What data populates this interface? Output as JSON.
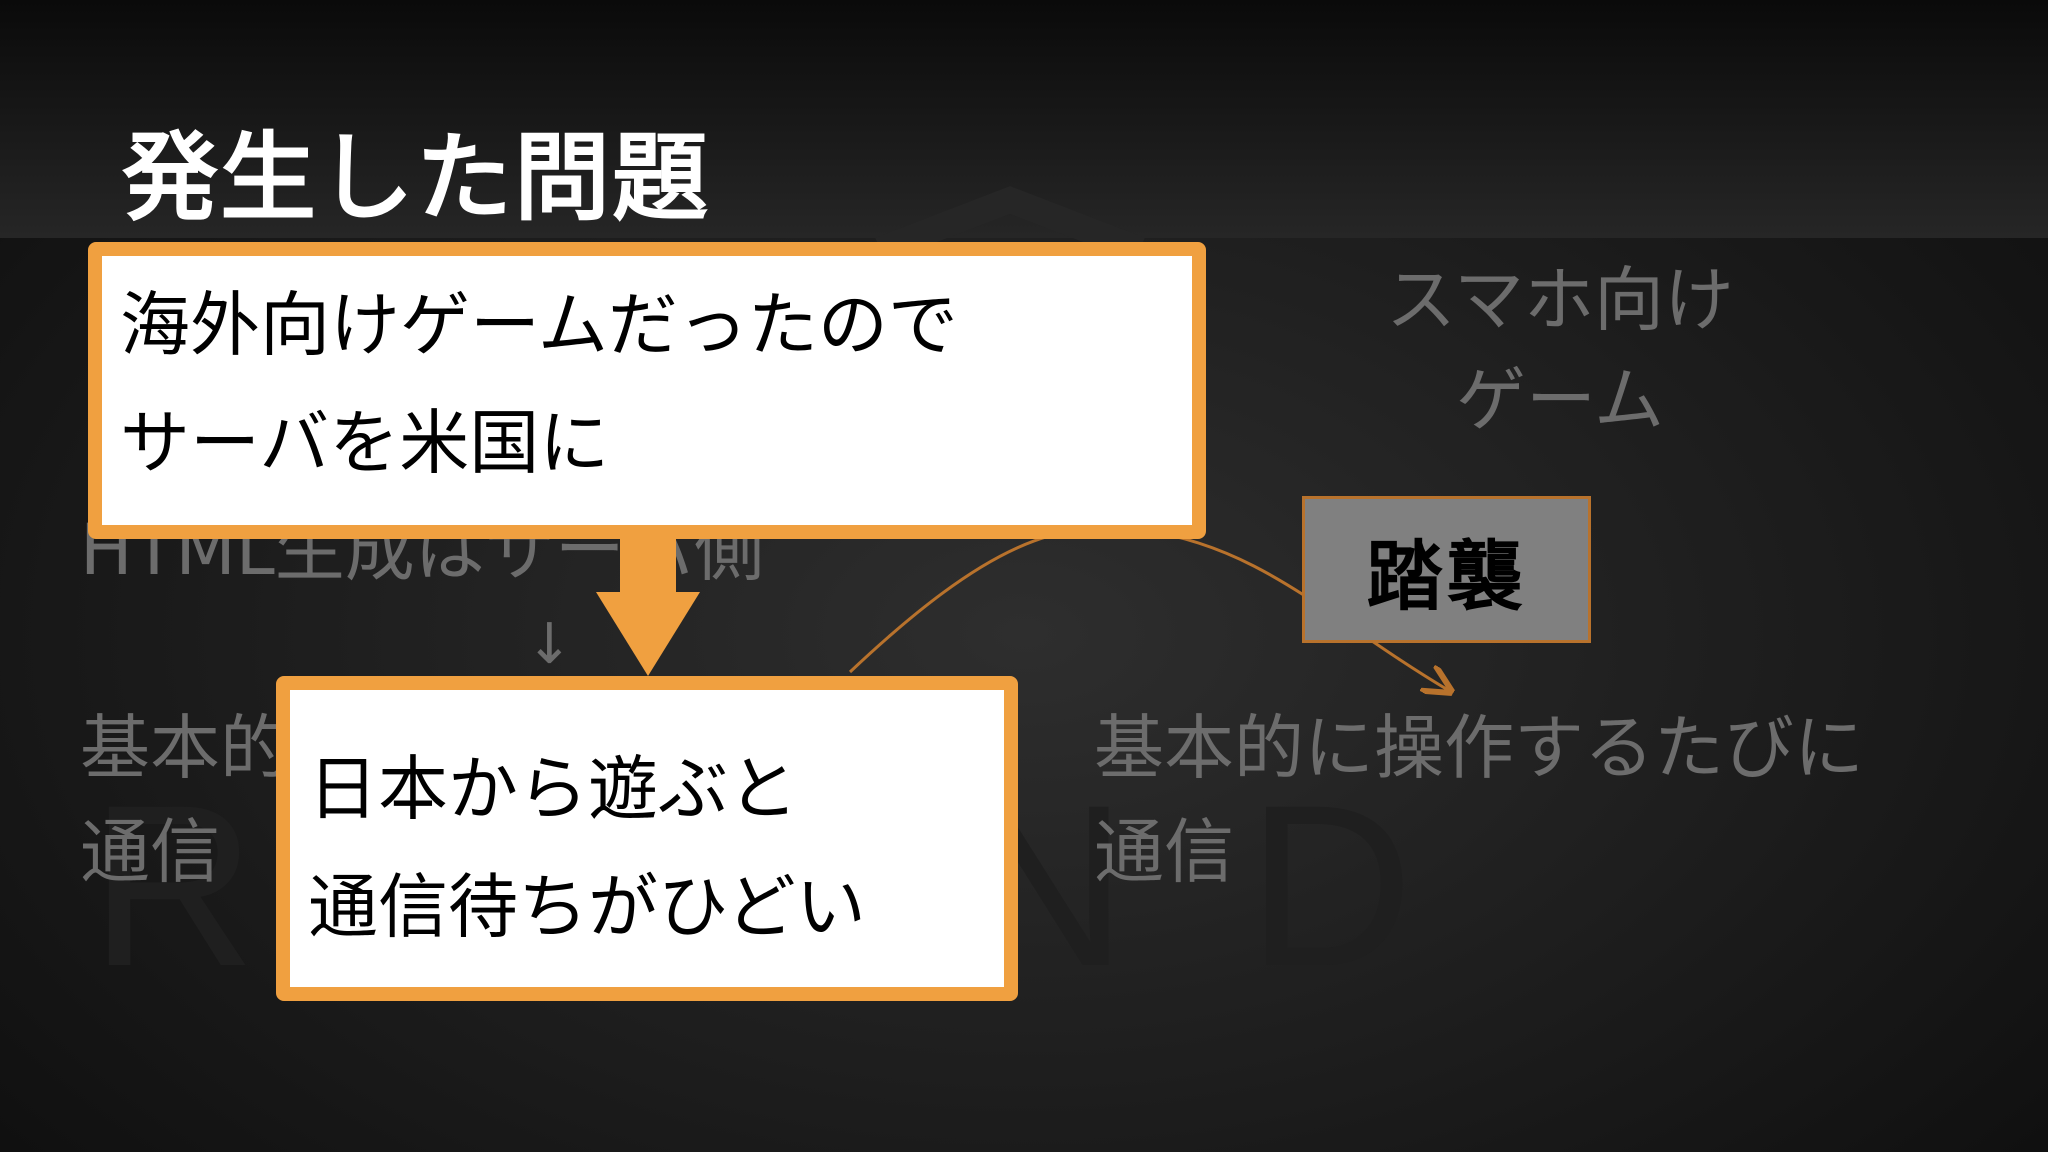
{
  "slide": {
    "title": "発生した問題",
    "watermark_text": "ROUND"
  },
  "background_content": {
    "right_heading": [
      "スマホ向け",
      "ゲーム"
    ],
    "left_partial_line": "HTML生成はサーバ側",
    "left_arrow": "↓",
    "left_bottom_lines": [
      "基本的に",
      "通信"
    ],
    "right_bottom_lines": [
      "基本的に操作するたびに",
      "通信"
    ]
  },
  "callouts": {
    "top_lines": [
      "海外向けゲームだったので",
      "サーバを米国に"
    ],
    "bottom_lines": [
      "日本から遊ぶと",
      "通信待ちがひどい"
    ]
  },
  "tag": {
    "label": "踏襲"
  },
  "colors": {
    "accent_orange": "#f0a040",
    "curve_brown": "#b8722c",
    "dim_text": "#6c6c6c",
    "tag_fill": "#808080"
  }
}
